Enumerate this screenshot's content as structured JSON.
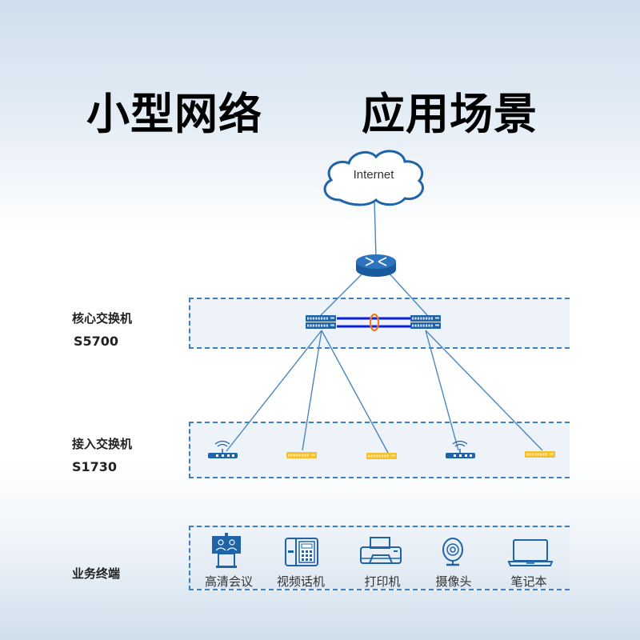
{
  "title": {
    "left": "小型网络",
    "right": "应用场景"
  },
  "internet": {
    "label": "Internet"
  },
  "layers": {
    "core": {
      "label": "核心交换机",
      "model": "S5700"
    },
    "access": {
      "label": "接入交换机",
      "model": "S1730"
    },
    "terminal": {
      "label": "业务终端"
    }
  },
  "access_devices": [
    {
      "type": "wireless-router-icon"
    },
    {
      "type": "switch-icon"
    },
    {
      "type": "switch-icon"
    },
    {
      "type": "wireless-router-icon"
    },
    {
      "type": "switch-icon"
    }
  ],
  "terminals": [
    {
      "label": "高清会议",
      "icon": "video-conference-icon"
    },
    {
      "label": "视频话机",
      "icon": "video-phone-icon"
    },
    {
      "label": "打印机",
      "icon": "printer-icon"
    },
    {
      "label": "摄像头",
      "icon": "camera-icon"
    },
    {
      "label": "笔记本",
      "icon": "laptop-icon"
    }
  ],
  "colors": {
    "primary_blue": "#1f63a8",
    "link_blue": "#4a86c0",
    "stack_blue": "#0a1fe0",
    "stack_ring": "#f07a1e",
    "switch_yellow": "#f7c02a"
  }
}
